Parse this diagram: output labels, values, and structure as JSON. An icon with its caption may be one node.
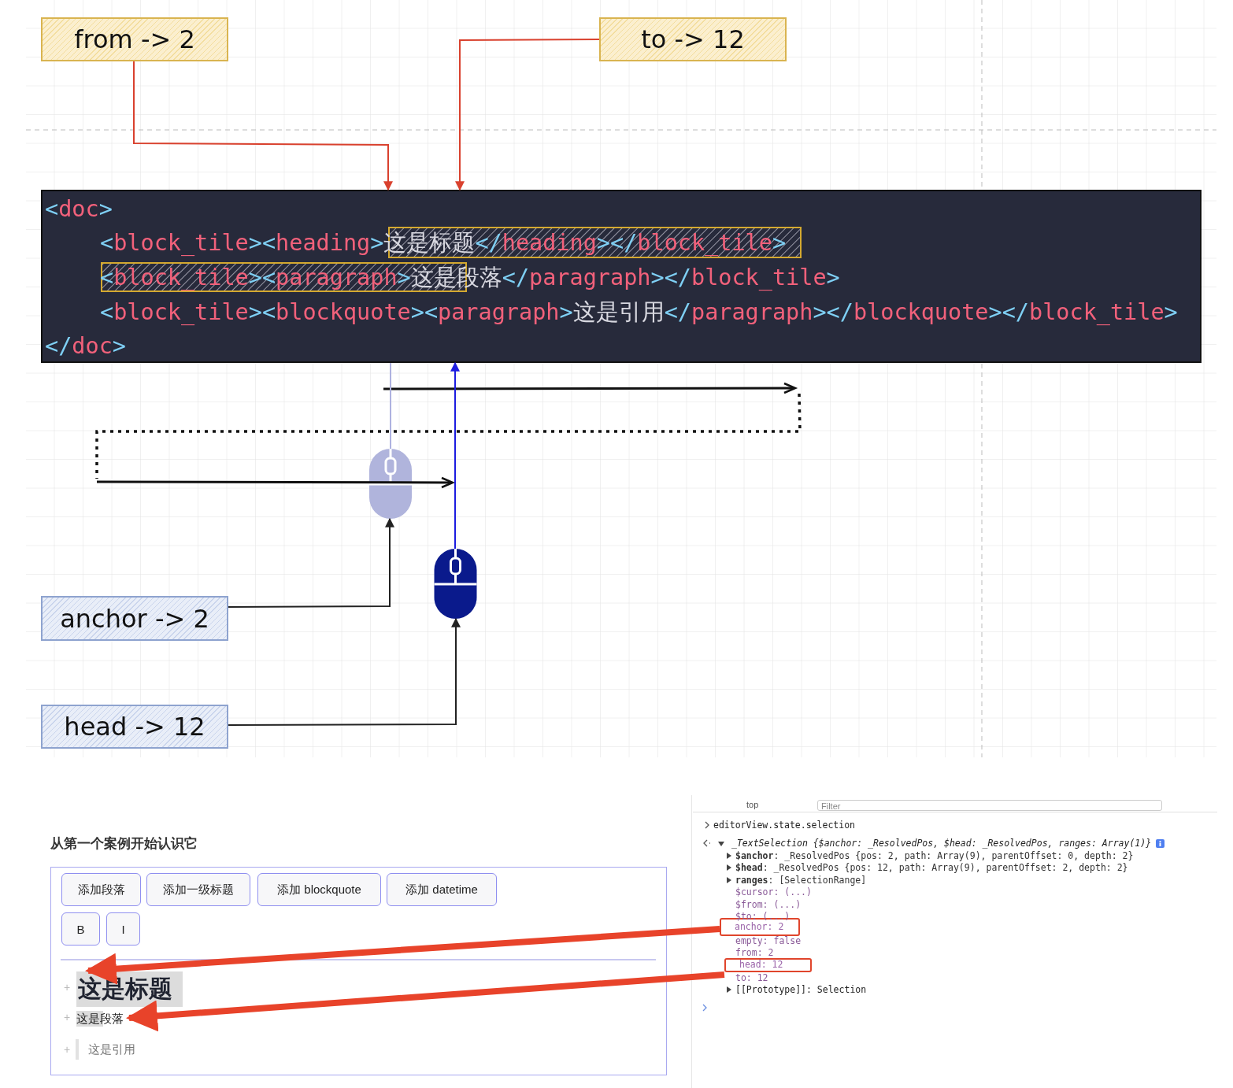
{
  "diagram": {
    "nodes": [
      {
        "text": [
          "from -> 2"
        ]
      },
      {
        "text": [
          "to -> 12"
        ]
      },
      {
        "text": [
          "<doc>",
          "<block_tile><heading>这是标题</heading></block_tile>",
          "<block_tile><paragraph>这是段落</paragraph></block_tile>",
          "<block_tile><blockquote><paragraph>这是引用</paragraph></blockquote></block_tile>",
          "</doc>"
        ]
      },
      {
        "text": [],
        "shape": "picture"
      },
      {
        "text": [],
        "shape": "picture"
      },
      {
        "text": [
          "anchor -> 2"
        ]
      },
      {
        "text": [
          "head -> 12"
        ]
      },
      {
        "text": [],
        "shape": "box"
      },
      {
        "text": [
          "添加段落"
        ],
        "in": 7
      },
      {
        "text": [
          "添加一级标题"
        ],
        "in": 7
      },
      {
        "text": [
          "添加 blockquote"
        ],
        "in": 7
      },
      {
        "text": [
          "添加 datetime"
        ],
        "in": 7
      },
      {
        "text": [
          "B"
        ],
        "in": 7
      },
      {
        "text": [
          "I"
        ],
        "in": 7
      },
      {
        "text": [
          "这是标题"
        ],
        "in": 7
      },
      {
        "text": [
          "这是段落"
        ],
        "in": 7
      },
      {
        "text": [
          "anchor: 2"
        ]
      },
      {
        "text": [
          "head: 12"
        ]
      }
    ],
    "edges": [
      {
        "from": 0,
        "to": 2,
        "arrow": "to",
        "color": "#d9412e"
      },
      {
        "from": 1,
        "to": 2,
        "arrow": "to",
        "color": "#d9412e"
      },
      {
        "from": 3,
        "to": 2,
        "arrow": "none",
        "color": "#aeb2e0"
      },
      {
        "from": 4,
        "to": 2,
        "arrow": "to",
        "color": "#1c1ce0"
      },
      {
        "from": 5,
        "to": 3,
        "arrow": "to",
        "color": "#222222"
      },
      {
        "from": 6,
        "to": 4,
        "arrow": "to",
        "color": "#222222"
      },
      {
        "from": 16,
        "to": 14,
        "arrow": "to",
        "style": "thick",
        "color": "#e8432a"
      },
      {
        "from": 17,
        "to": 15,
        "arrow": "to",
        "style": "thick",
        "color": "#e8432a"
      }
    ],
    "labels": [
      "从第一个案例开始认识它",
      "+",
      "+",
      "+",
      "这是引用",
      "top",
      "Filter",
      "editorView.state.selection",
      "_TextSelection {$anchor: _ResolvedPos, $head: _ResolvedPos, ranges: Array(1)}",
      "**$anchor**: _ResolvedPos {pos: 2, path: Array(9), parentOffset: 0, depth: 2}",
      "**$head**: _ResolvedPos {pos: 12, path: Array(9), parentOffset: 2, depth: 2}",
      "**ranges**: [SelectionRange]",
      "$cursor: (...)",
      "$from: (...)",
      "$to: (...)",
      "empty: false",
      "from: 2",
      "to: 12",
      "[[Prototype]]: Selection"
    ]
  }
}
